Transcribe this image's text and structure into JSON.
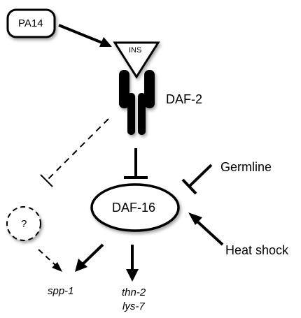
{
  "nodes": {
    "pa14": "PA14",
    "ins": "INS",
    "daf2": "DAF-2",
    "unknown": "?",
    "daf16": "DAF-16",
    "germline": "Germline",
    "heat_shock": "Heat shock"
  },
  "targets": {
    "spp1": "spp-1",
    "thn2": "thn-2",
    "lys7": "lys-7"
  },
  "interactions": [
    {
      "from": "PA14",
      "to": "INS",
      "type": "activation"
    },
    {
      "from": "DAF-2",
      "to": "DAF-16",
      "type": "inhibition"
    },
    {
      "from": "DAF-2",
      "to": "?",
      "type": "inhibition",
      "style": "dashed"
    },
    {
      "from": "Germline",
      "to": "DAF-16",
      "type": "inhibition"
    },
    {
      "from": "Heat shock",
      "to": "DAF-16",
      "type": "activation"
    },
    {
      "from": "DAF-16",
      "to": "spp-1",
      "type": "activation"
    },
    {
      "from": "DAF-16",
      "to": "thn-2, lys-7",
      "type": "activation"
    },
    {
      "from": "?",
      "to": "spp-1",
      "type": "activation",
      "style": "dashed"
    }
  ]
}
